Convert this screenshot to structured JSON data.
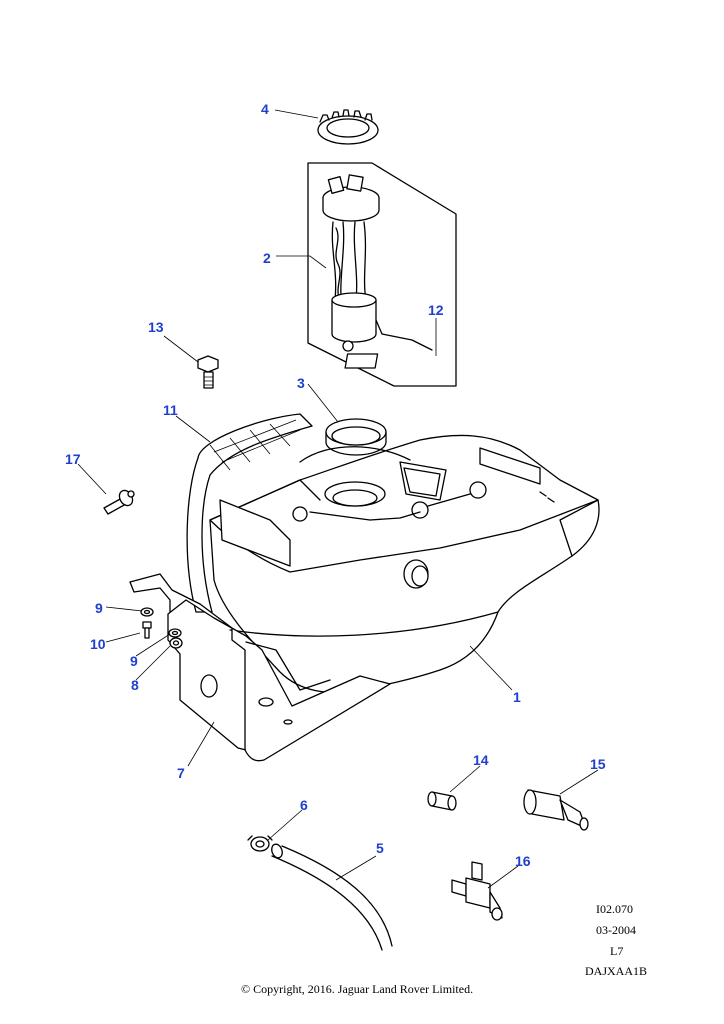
{
  "callouts": [
    {
      "id": "c1",
      "label": "1"
    },
    {
      "id": "c2",
      "label": "2"
    },
    {
      "id": "c3",
      "label": "3"
    },
    {
      "id": "c4",
      "label": "4"
    },
    {
      "id": "c5",
      "label": "5"
    },
    {
      "id": "c6",
      "label": "6"
    },
    {
      "id": "c7",
      "label": "7"
    },
    {
      "id": "c8",
      "label": "8"
    },
    {
      "id": "c9a",
      "label": "9"
    },
    {
      "id": "c9b",
      "label": "9"
    },
    {
      "id": "c10",
      "label": "10"
    },
    {
      "id": "c11",
      "label": "11"
    },
    {
      "id": "c12",
      "label": "12"
    },
    {
      "id": "c13",
      "label": "13"
    },
    {
      "id": "c14",
      "label": "14"
    },
    {
      "id": "c15",
      "label": "15"
    },
    {
      "id": "c16",
      "label": "16"
    },
    {
      "id": "c17",
      "label": "17"
    }
  ],
  "reference": {
    "code": "I02.070",
    "date": "03-2004",
    "level": "L7",
    "group": "DAJXAA1B"
  },
  "copyright": "© Copyright, 2016. Jaguar Land Rover Limited.",
  "colors": {
    "callout": "#1f3fcf",
    "line": "#000000",
    "background": "#ffffff"
  }
}
